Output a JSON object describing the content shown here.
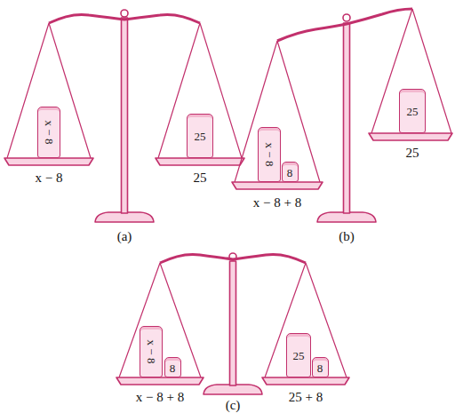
{
  "diagram": {
    "nodes": [
      {
        "text": [
          "x − 8"
        ]
      },
      {
        "text": [
          "25"
        ]
      },
      {
        "text": [
          "x − 8"
        ]
      },
      {
        "text": [
          "8"
        ]
      },
      {
        "text": [
          "25"
        ]
      },
      {
        "text": [
          "x − 8"
        ]
      },
      {
        "text": [
          "8"
        ]
      },
      {
        "text": [
          "25"
        ]
      },
      {
        "text": [
          "8"
        ]
      }
    ],
    "labels": [
      "x − 8",
      "25",
      "(a)",
      "x − 8 + 8",
      "25",
      "(b)",
      "x − 8 + 8",
      "25 + 8",
      "(c)"
    ]
  }
}
